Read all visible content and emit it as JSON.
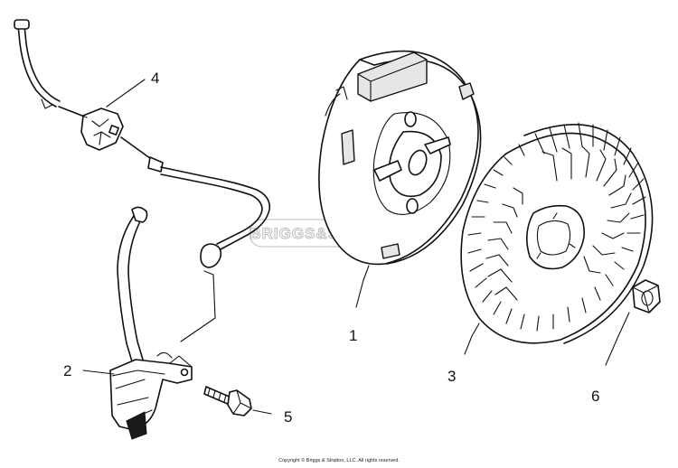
{
  "watermark": "BRIGGS&STRATTON",
  "copyright": "Copyright © Briggs & Stratton, LLC. All rights reserved.",
  "callouts": [
    {
      "number": "1",
      "part": "flywheel"
    },
    {
      "number": "2",
      "part": "armature-coil"
    },
    {
      "number": "3",
      "part": "fan"
    },
    {
      "number": "4",
      "part": "ground-wire-terminal"
    },
    {
      "number": "5",
      "part": "screw"
    },
    {
      "number": "6",
      "part": "nut"
    }
  ]
}
